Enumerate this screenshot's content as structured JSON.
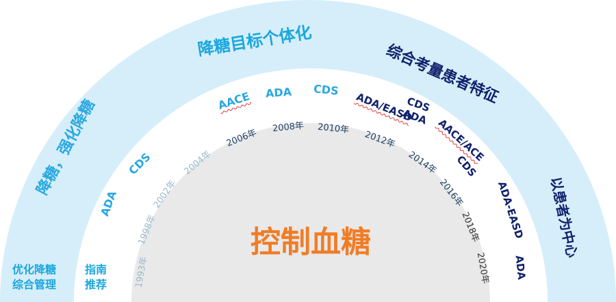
{
  "colors": {
    "outer_ring": "#d6eefa",
    "middle_ring": "#ffffff",
    "inner_ring": "#ffffff",
    "core": "#e9e9e9",
    "light_blue": "#29a8e0",
    "cyan": "#1aa7de",
    "navy": "#10216b",
    "orange": "#f07d26",
    "gray_year": "#9ab8cc",
    "dark_year": "#333333",
    "wavy_underline": "#e03030"
  },
  "center_title": "控制血糖",
  "ring_labels": {
    "left": "降糖，强化降糖",
    "top": "降糖目标个体化",
    "right_top": "综合考量患者特征",
    "right": "以患者为中心"
  },
  "corner_labels": {
    "left_line1": "优化降糖",
    "left_line2": "综合管理",
    "right_line1": "指南",
    "right_line2": "推荐"
  },
  "years": [
    "1993年",
    "1998年",
    "2002年",
    "2004年",
    "2006年",
    "2008年",
    "2010年",
    "2012年",
    "2014年",
    "2016年",
    "2018年",
    "2020年"
  ],
  "guidelines": [
    {
      "label": "ADA"
    },
    {
      "label": "CDS"
    },
    {
      "label": "AACE"
    },
    {
      "label": "ADA"
    },
    {
      "label": "CDS"
    },
    {
      "label": "ADA/EASD"
    },
    {
      "label": "CDS"
    },
    {
      "label": "ADA"
    },
    {
      "label": "AACE/ACE"
    },
    {
      "label": "CDS"
    },
    {
      "label": "ADA-EASD"
    },
    {
      "label": "ADA"
    }
  ]
}
